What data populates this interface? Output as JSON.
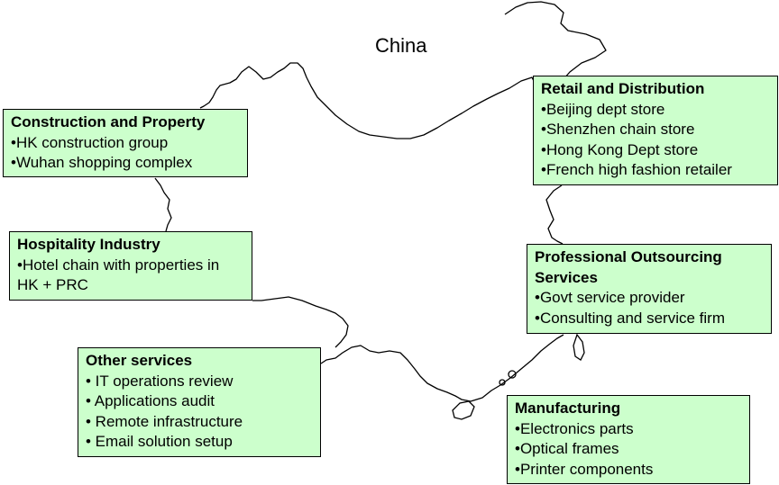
{
  "map": {
    "title": "China"
  },
  "boxes": {
    "construction": {
      "title": "Construction and Property",
      "items": [
        "•HK construction group",
        "•Wuhan shopping complex"
      ]
    },
    "retail": {
      "title": "Retail and Distribution",
      "items": [
        "•Beijing dept store",
        "•Shenzhen chain store",
        "•Hong Kong Dept store",
        "•French high fashion retailer"
      ]
    },
    "hospitality": {
      "title": "Hospitality Industry",
      "items": [
        "•Hotel chain with properties in HK + PRC"
      ]
    },
    "outsourcing": {
      "title": "Professional Outsourcing Services",
      "items": [
        "•Govt service provider",
        "•Consulting and service firm"
      ]
    },
    "other": {
      "title": "Other services",
      "items": [
        "• IT operations review",
        "• Applications audit",
        "• Remote infrastructure",
        "• Email solution setup"
      ]
    },
    "manufacturing": {
      "title": "Manufacturing",
      "items": [
        "•Electronics parts",
        "•Optical frames",
        "•Printer components"
      ]
    }
  },
  "colors": {
    "box_fill": "#ccffcc",
    "box_border": "#000000",
    "map_outline": "#000000"
  }
}
